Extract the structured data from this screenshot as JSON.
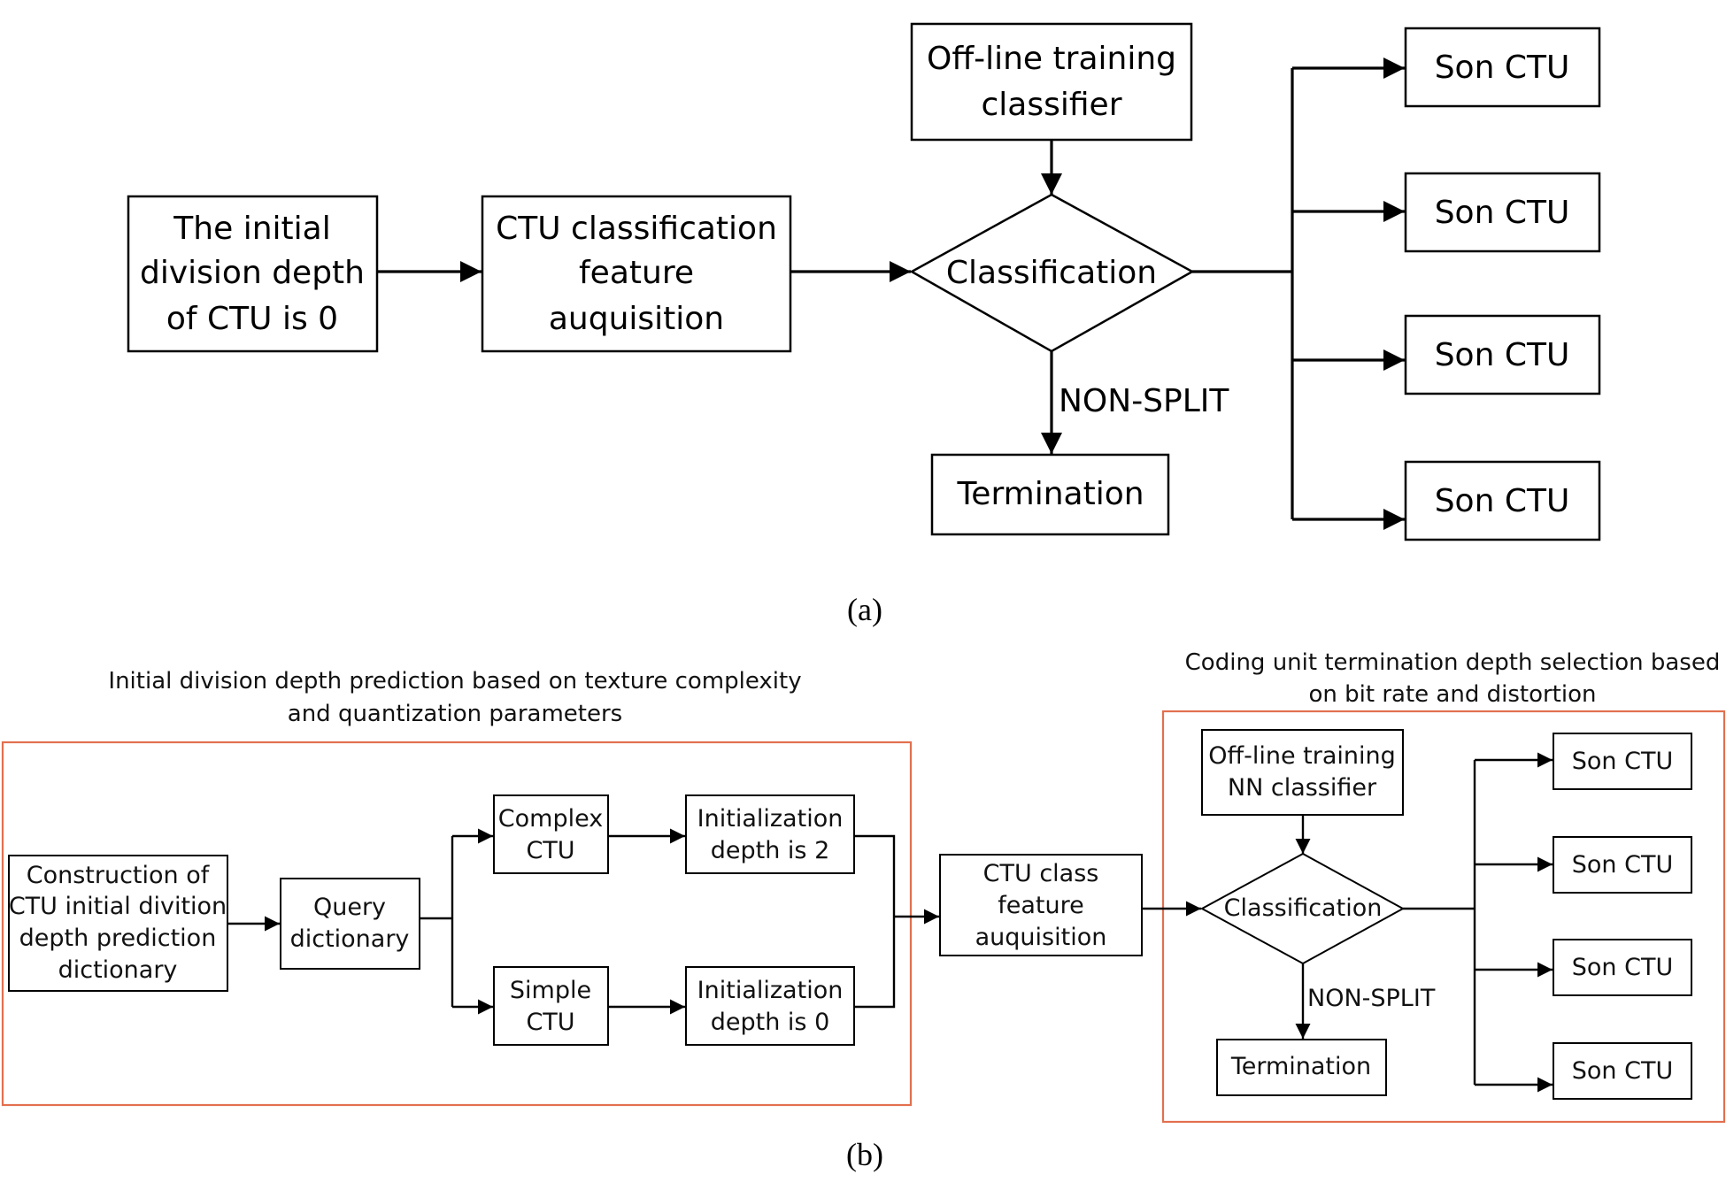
{
  "colors": {
    "group_border": "#e2704f",
    "line": "#000000"
  },
  "panel_a": {
    "caption": "(a)",
    "initial_depth": [
      "The initial",
      "division depth",
      "of CTU is 0"
    ],
    "feature_acquisition": [
      "CTU classification",
      "feature",
      "auquisition"
    ],
    "offline_training": [
      "Off-line training",
      "classifier"
    ],
    "classification": "Classification",
    "non_split_label": "NON-SPLIT",
    "termination": "Termination",
    "son_ctu": [
      "Son CTU",
      "Son CTU",
      "Son CTU",
      "Son CTU"
    ]
  },
  "panel_b": {
    "caption": "(b)",
    "left_group_title": [
      "Initial division depth prediction based on texture complexity",
      "and quantization parameters"
    ],
    "right_group_title": [
      "Coding unit termination depth selection based",
      "on bit rate and distortion"
    ],
    "construction": [
      "Construction of",
      "CTU initial divition",
      "depth prediction",
      "dictionary"
    ],
    "query_dictionary": [
      "Query",
      "dictionary"
    ],
    "complex_ctu": [
      "Complex",
      "CTU"
    ],
    "simple_ctu": [
      "Simple",
      "CTU"
    ],
    "init_depth_2": [
      "Initialization",
      "depth is 2"
    ],
    "init_depth_0": [
      "Initialization",
      "depth is 0"
    ],
    "ctu_class_feature": [
      "CTU class",
      "feature",
      "auquisition"
    ],
    "offline_training": [
      "Off-line training",
      "NN classifier"
    ],
    "classification": "Classification",
    "non_split_label": "NON-SPLIT",
    "termination": "Termination",
    "son_ctu": [
      "Son CTU",
      "Son CTU",
      "Son CTU",
      "Son CTU"
    ]
  }
}
